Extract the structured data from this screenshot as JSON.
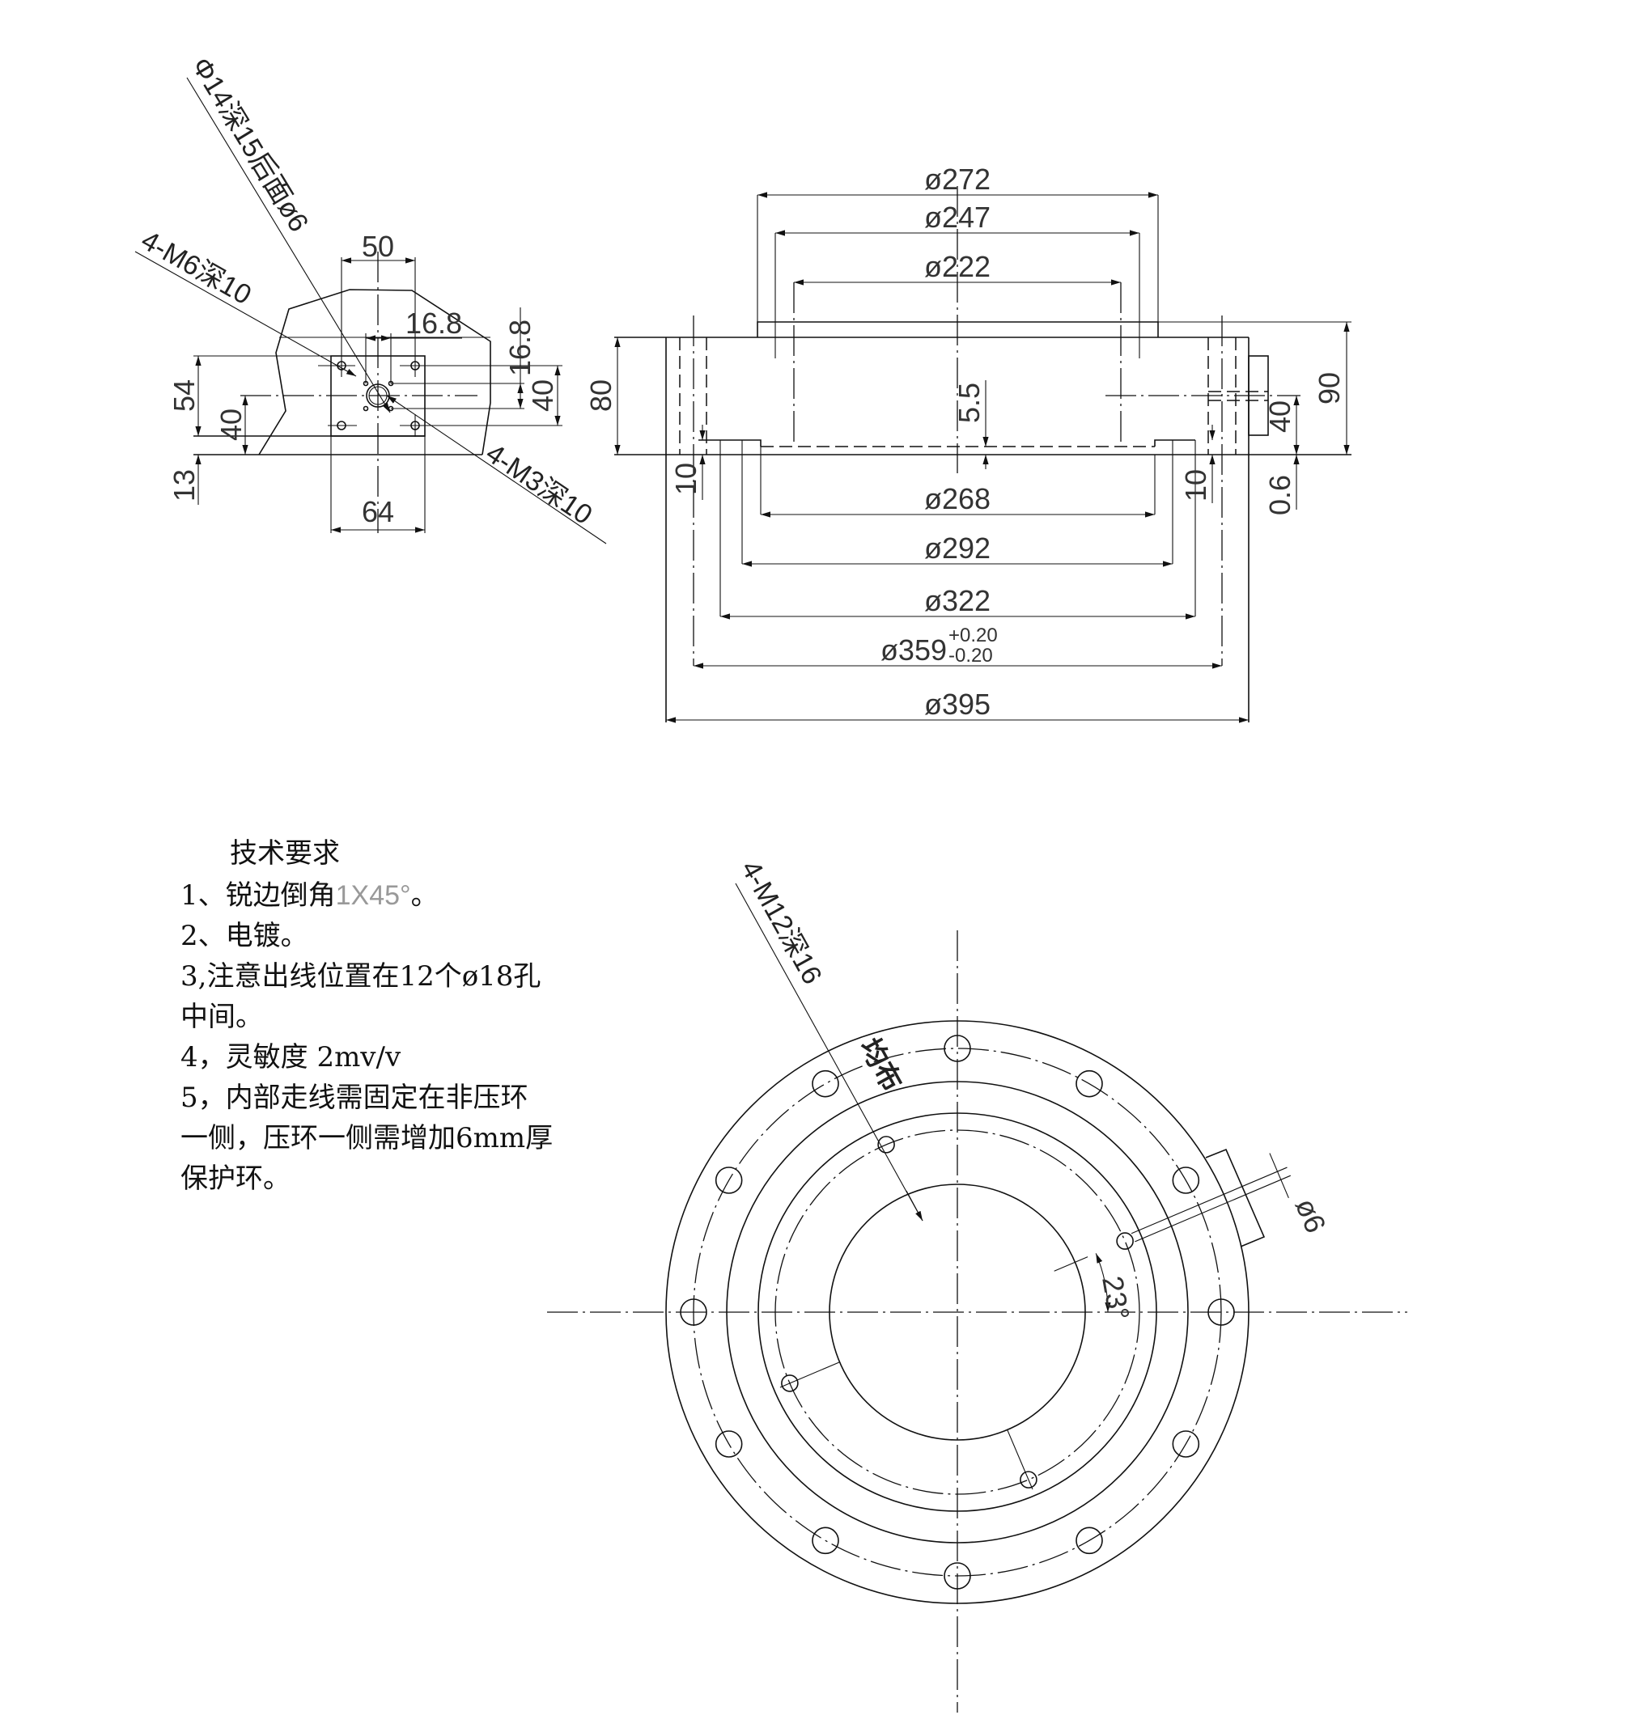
{
  "left_view": {
    "leader_phi14": "Φ14深15后面ø6",
    "leader_m6": "4-M6深10",
    "leader_m3": "4-M3深10",
    "dim_50": "50",
    "dim_16_8_h": "16.8",
    "dim_16_8_v": "16.8",
    "dim_40_right": "40",
    "dim_54": "54",
    "dim_40_left": "40",
    "dim_13": "13",
    "dim_64": "64"
  },
  "section_view": {
    "d272": "ø272",
    "d247": "ø247",
    "d222": "ø222",
    "d268": "ø268",
    "d292": "ø292",
    "d322": "ø322",
    "d359": "ø359",
    "d359_tol_upper": "+0.20",
    "d359_tol_lower": "-0.20",
    "d395": "ø395",
    "h80": "80",
    "h90": "90",
    "h40": "40",
    "h5_5": "5.5",
    "h10_left": "10",
    "h10_right": "10",
    "h0_6": "0.6"
  },
  "top_view": {
    "leader_m12": "4-M12深16",
    "leader_even": "均布",
    "angle_label": "23°",
    "hole_d6": "ø6",
    "flange_hole_count": 12,
    "tapped_hole_count": 4,
    "tapped_hole_angle_deg": 23
  },
  "tech_req": {
    "title": "技术要求",
    "line1_prefix": "1、锐边倒角",
    "line1_value": "1X45°",
    "line1_suffix": "。",
    "line2": "2、电镀。",
    "line3": "3,注意出线位置在12个ø18孔",
    "line4": "中间。",
    "line5": "4，灵敏度   2mv/v",
    "line6": "5，内部走线需固定在非压环",
    "line7": "一侧，压环一侧需增加6mm厚",
    "line8": "保护环。"
  }
}
